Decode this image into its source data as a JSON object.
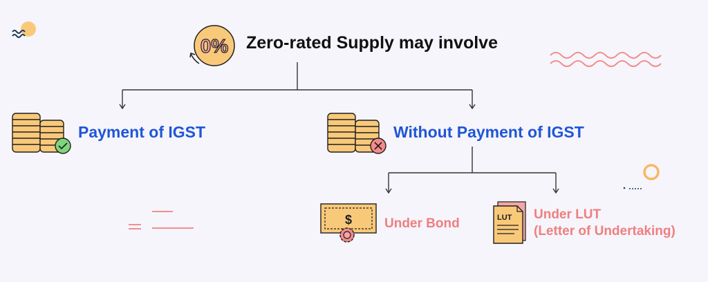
{
  "diagram": {
    "root": {
      "label": "Zero-rated Supply may involve",
      "badge": "0%"
    },
    "branch_left": {
      "label": "Payment of IGST"
    },
    "branch_right": {
      "label": "Without Payment of IGST"
    },
    "sub_left": {
      "label": "Under Bond",
      "icon_text": "$"
    },
    "sub_right": {
      "line1": "Under LUT",
      "line2": "(Letter of Undertaking)",
      "icon_text": "LUT"
    }
  },
  "colors": {
    "accent_blue": "#1f56d6",
    "accent_pink": "#ef7f7f",
    "coin_fill": "#f9c97a",
    "check_green": "#7ed67a",
    "cross_red": "#f48a8a"
  },
  "icons": [
    "percent-badge-icon",
    "coin-stack-check-icon",
    "coin-stack-cross-icon",
    "bond-certificate-icon",
    "lut-document-icon"
  ]
}
